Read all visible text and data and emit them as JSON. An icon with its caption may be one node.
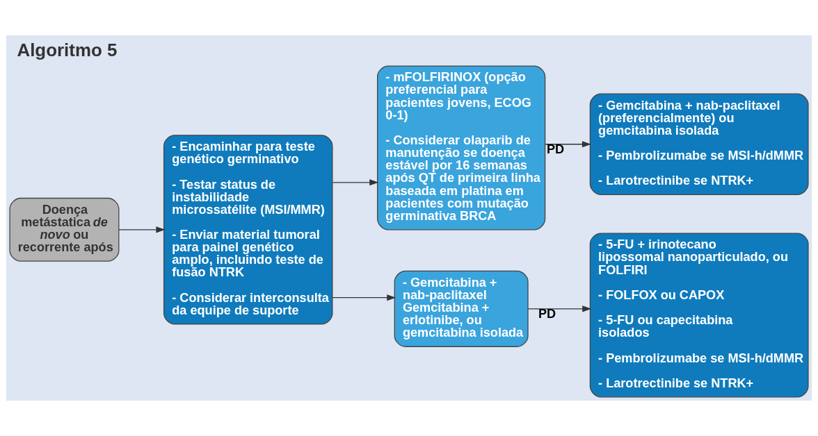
{
  "diagram": {
    "title": "Algoritmo 5",
    "nodes": [
      {
        "text": [
          "Doença metástatica *de novo* ou recorrente após"
        ]
      },
      {
        "text": [
          "- Encaminhar para teste genético germinativo",
          "- Testar status de instabilidade microssatélite (MSI/MMR)",
          "- Enviar material tumoral para painel genético amplo, incluindo teste de fusão NTRK",
          "- Considerar interconsulta da equipe de suporte"
        ]
      },
      {
        "text": [
          "- mFOLFIRINOX (opção preferencial para pacientes jovens, ECOG 0-1)",
          "- Considerar olaparib de manutenção se doença estável por 16 semanas após QT de primeira linha baseada em platina em pacientes com mutação germinativa BRCA"
        ]
      },
      {
        "text": [
          "- Gemcitabina + nab-paclitaxel Gemcitabina + erlotinibe, ou gemcitabina isolada"
        ]
      },
      {
        "text": [
          "- Gemcitabina + nab-paclitaxel (preferencialmente) ou gemcitabina isolada",
          "- Pembrolizumabe se MSI-h/dMMR",
          "- Larotrectinibe se NTRK+"
        ]
      },
      {
        "text": [
          "- 5-FU + irinotecano lipossomal nanoparticulado, ou FOLFIRI",
          "- FOLFOX ou CAPOX",
          "- 5-FU ou capecitabina isolados",
          "- Pembrolizumabe se MSI-h/dMMR",
          "- Larotrectinibe se NTRK+"
        ]
      }
    ],
    "edges": [
      {
        "from": 0,
        "to": 1,
        "arrow": "to"
      },
      {
        "from": 1,
        "to": 2,
        "arrow": "to"
      },
      {
        "from": 1,
        "to": 3,
        "arrow": "to"
      },
      {
        "from": 2,
        "to": 4,
        "label": "PD",
        "arrow": "to"
      },
      {
        "from": 3,
        "to": 5,
        "label": "PD",
        "arrow": "to"
      }
    ]
  }
}
